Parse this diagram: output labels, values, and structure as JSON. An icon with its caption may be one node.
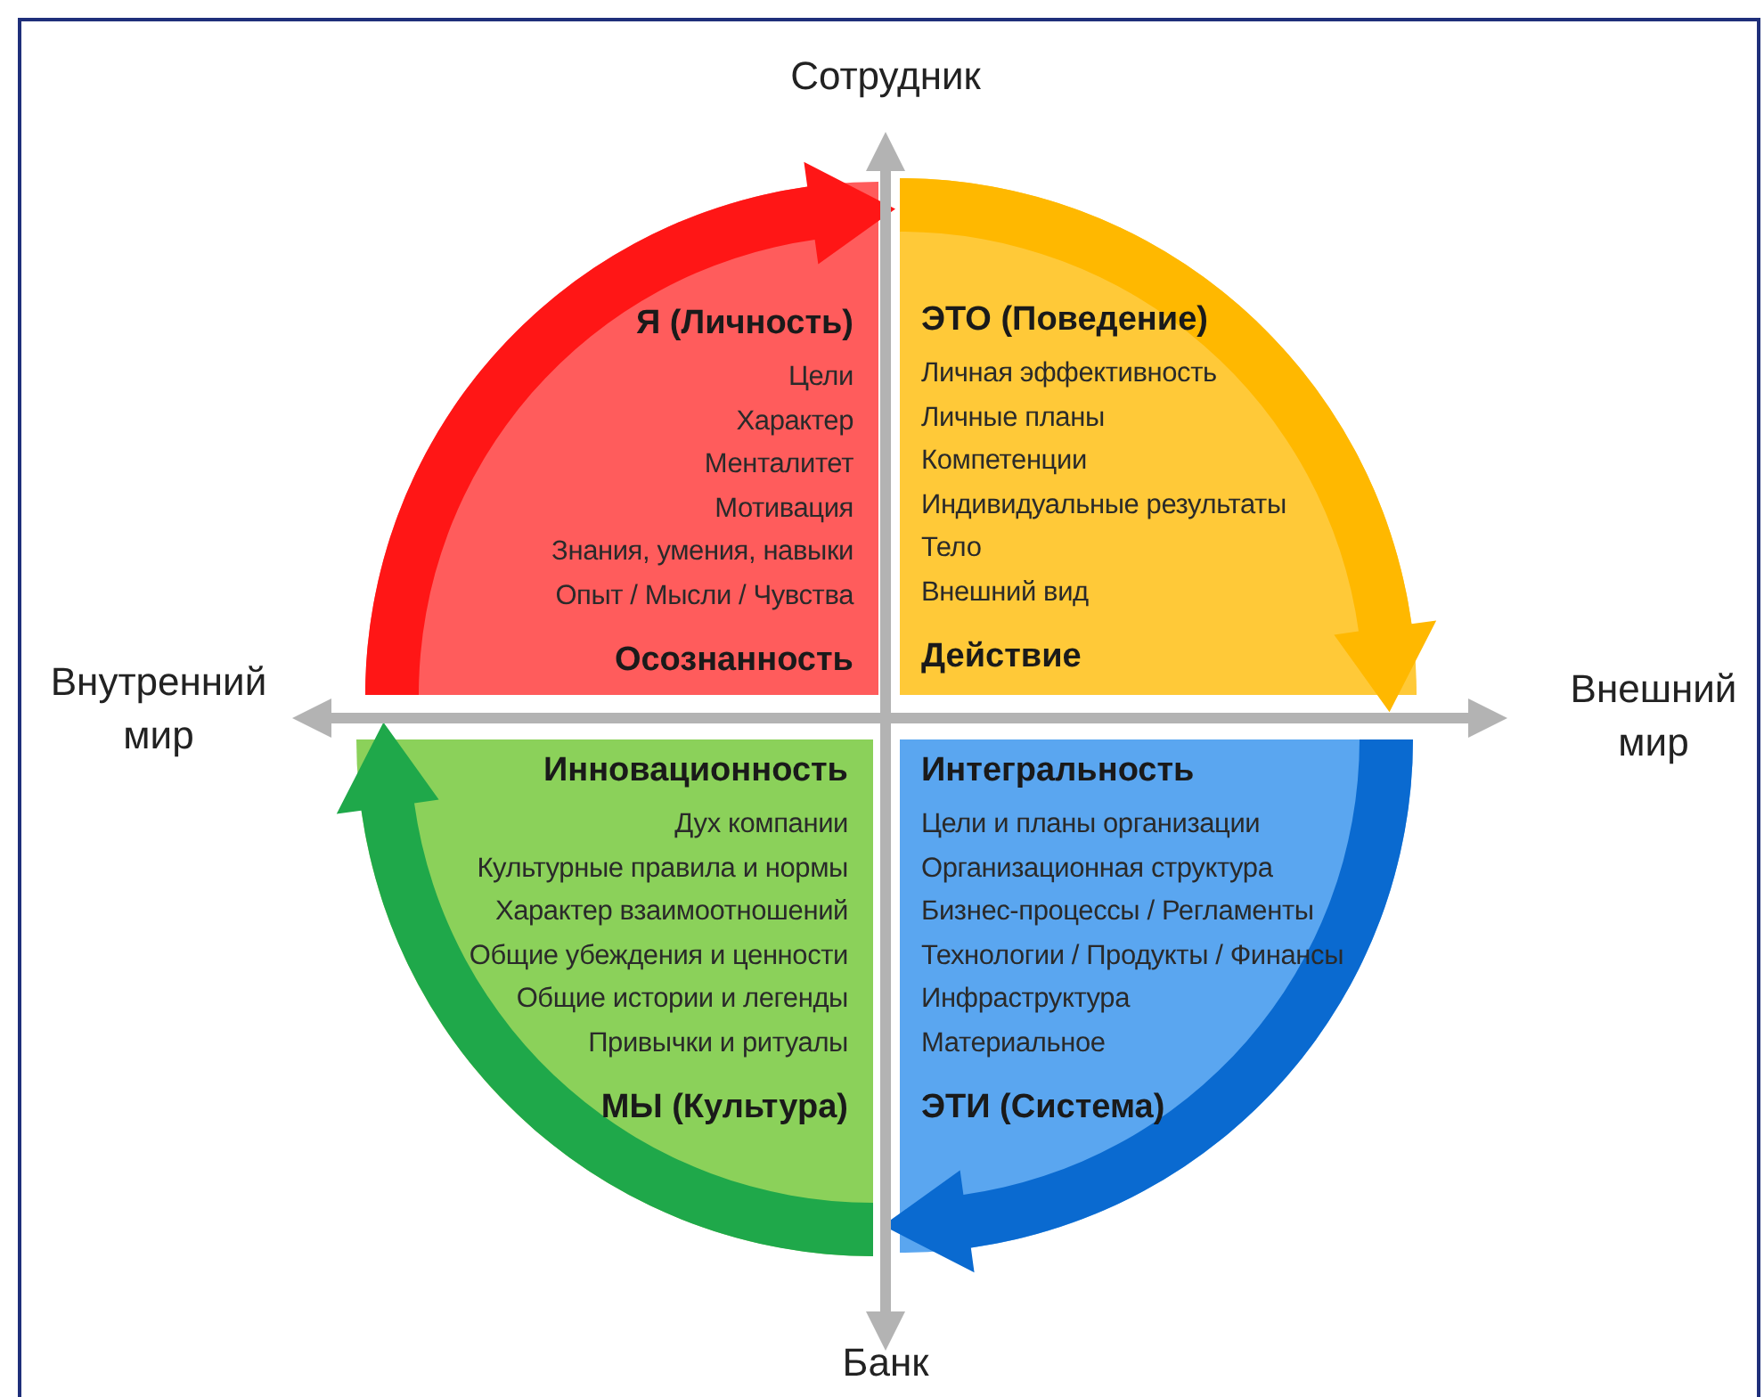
{
  "diagram": {
    "nodes": [
      {
        "text": [
          "Я (Личность)",
          "Цели",
          "Характер",
          "Менталитет",
          "Мотивация",
          "Знания, умения, навыки",
          "Опыт / Мысли / Чувства",
          "Осознанность"
        ]
      },
      {
        "text": [
          "ЭТО (Поведение)",
          "Личная эффективность",
          "Личные планы",
          "Компетенции",
          "Индивидуальные результаты",
          "Тело",
          "Внешний вид",
          "Действие"
        ]
      },
      {
        "text": [
          "Инновационность",
          "Дух компании",
          "Культурные правила и нормы",
          "Характер взаимоотношений",
          "Общие убеждения и ценности",
          "Общие истории и легенды",
          "Привычки и ритуалы",
          "МЫ (Культура)"
        ]
      },
      {
        "text": [
          "Интегральность",
          "Цели и планы организации",
          "Организационная структура",
          "Бизнес-процессы / Регламенты",
          "Технологии / Продукты / Финансы",
          "Инфраструктура",
          "Материальное",
          "ЭТИ (Система)"
        ]
      }
    ],
    "edges": [
      {
        "from": 0,
        "to": 1,
        "arrow": "to",
        "style": "thick",
        "color": "#ff1616"
      },
      {
        "from": 1,
        "to": 3,
        "arrow": "to",
        "style": "thick",
        "color": "#ffb800"
      },
      {
        "from": 3,
        "to": 2,
        "arrow": "to",
        "style": "thick",
        "color": "#0a6ad0"
      },
      {
        "from": 2,
        "to": 0,
        "arrow": "to",
        "style": "thick",
        "color": "#1fa84a"
      }
    ],
    "labels": [
      "Сотрудник",
      "Внутренний мир",
      "Внешний мир",
      "Банк"
    ]
  }
}
